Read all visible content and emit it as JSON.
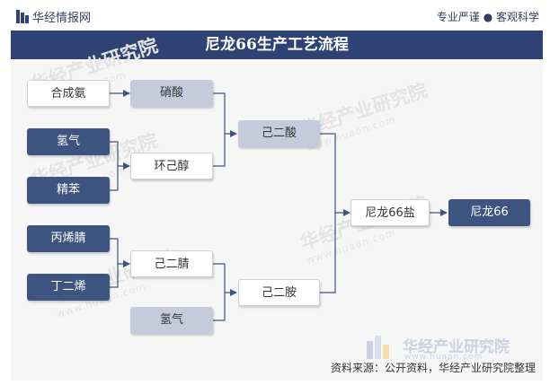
{
  "header": {
    "logo_text": "华经情报网",
    "tagline": "专业严谨 ● 客观科学"
  },
  "title": "尼龙66生产工艺流程",
  "nodes": {
    "ammonia_synth": "合成氨",
    "nitric_acid": "硝酸",
    "hydrogen_1": "氢气",
    "benzene": "精苯",
    "cyclohexanol": "环己醇",
    "adipic_acid": "己二酸",
    "acrylonitrile": "丙烯腈",
    "butadiene": "丁二烯",
    "adiponitrile": "己二腈",
    "hydrogen_2": "氢气",
    "hexanediamine": "己二胺",
    "nylon_salt": "尼龙66盐",
    "nylon66": "尼龙66"
  },
  "watermark": {
    "text": "华经产业研究院",
    "url": "www.huaon.com"
  },
  "footer": {
    "logo_text": "华经产业研究院",
    "url": "www.huaon.com",
    "source": "资料来源：公开资料，华经产业研究院整理"
  },
  "colors": {
    "banner": "#2e4374",
    "dark_node": "#3d5380",
    "light_node": "#c4cbdb",
    "connector": "#3d5380"
  }
}
